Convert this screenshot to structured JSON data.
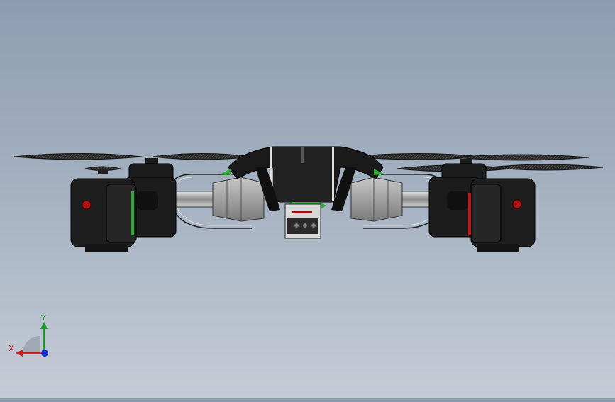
{
  "viewport": {
    "model": "quadcopter-drone",
    "view": "front",
    "colors": {
      "background_top": "#8d9db1",
      "background_bottom": "#c4ccd6",
      "body": "#1c1c1c",
      "accent_green": "#2fa836",
      "accent_red": "#c01818",
      "frame_gray": "#a9a9a9"
    }
  },
  "triad": {
    "x_label": "X",
    "y_label": "Y",
    "x_color": "#c81e1e",
    "y_color": "#1e9a2a",
    "z_color": "#1a2fd0"
  }
}
